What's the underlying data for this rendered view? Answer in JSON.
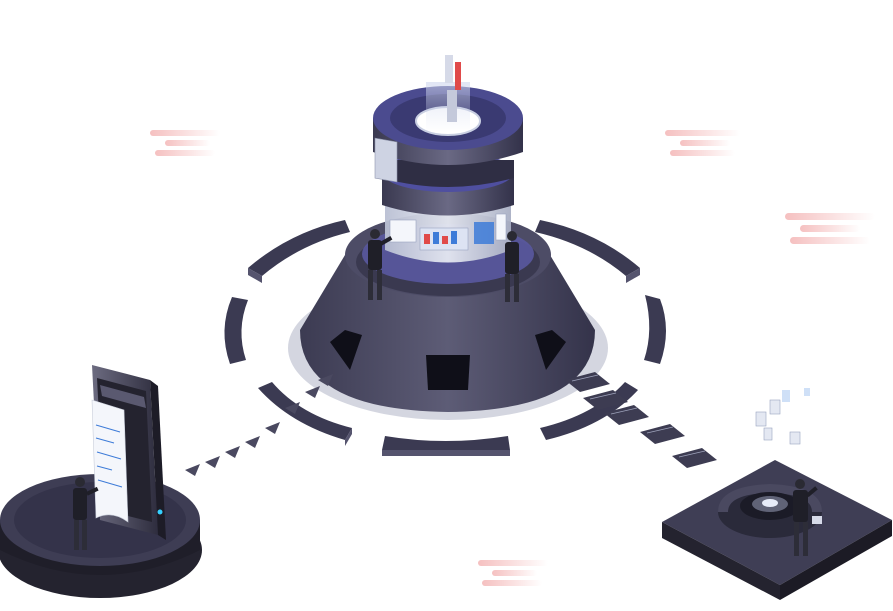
{
  "scene": {
    "colors": {
      "background": "#ffffff",
      "dark": "#2b2a3a",
      "mid": "#4a4960",
      "light": "#6e6d86",
      "purple": "#4b4b8f",
      "cloud": "#f7c9c9",
      "screen": "#c9d4ec",
      "accent_red": "#e04a4a",
      "accent_blue": "#3d7bd8"
    },
    "icons": [
      "central-data-tower",
      "segmented-ring",
      "smartphone-receipt-platform",
      "server-workstation-platform",
      "data-arrows",
      "data-cards",
      "clouds",
      "people"
    ]
  }
}
